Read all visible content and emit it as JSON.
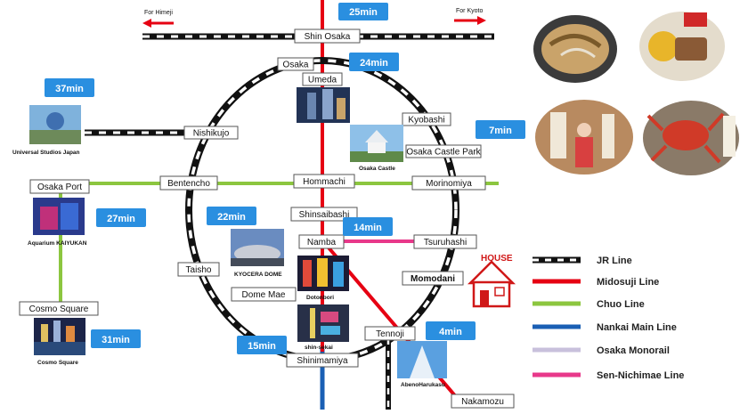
{
  "directions": {
    "himeji": "For Himeji",
    "kyoto": "For Kyoto"
  },
  "stations": {
    "shin_osaka": "Shin Osaka",
    "osaka": "Osaka",
    "umeda": "Umeda",
    "kyobashi": "Kyobashi",
    "osaka_castle_park": "Osaka Castle Park",
    "nishikujo": "Nishikujo",
    "bentencho": "Bentencho",
    "hommachi": "Hommachi",
    "morinomiya": "Morinomiya",
    "osaka_port": "Osaka Port",
    "shinsaibashi": "Shinsaibashi",
    "namba": "Namba",
    "tsuruhashi": "Tsuruhashi",
    "taisho": "Taisho",
    "dome_mae": "Dome Mae",
    "momodani": "Momodani",
    "cosmo_square": "Cosmo Square",
    "tennoji": "Tennoji",
    "shinimamiya": "Shinimamiya",
    "nakamozu": "Nakamozu"
  },
  "times": {
    "shin_osaka": "25min",
    "umeda": "24min",
    "usj": "37min",
    "castle": "7min",
    "dome": "22min",
    "aquarium": "27min",
    "namba": "14min",
    "cosmo": "31min",
    "shinimamiya": "15min",
    "tennoji": "4min"
  },
  "captions": {
    "usj": "Universal Studios Japan",
    "castle": "Osaka Castle",
    "aquarium": "Aquarium KAIYUKAN",
    "dome": "KYOCERA DOME",
    "dotonbori": "Dotonbori",
    "shinsekai": "shin-sekai",
    "cosmo": "Cosmo Square",
    "abeno": "AbenoHarukasu"
  },
  "house_label": "HOUSE",
  "legend": [
    {
      "label": "JR Line",
      "color": "#111111",
      "style": "dashed"
    },
    {
      "label": "Midosuji Line",
      "color": "#e60012",
      "style": "solid"
    },
    {
      "label": "Chuo Line",
      "color": "#8cc63f",
      "style": "solid"
    },
    {
      "label": "Nankai Main Line",
      "color": "#1a5fb4",
      "style": "solid"
    },
    {
      "label": "Osaka Monorail",
      "color": "#c8c0dc",
      "style": "solid"
    },
    {
      "label": "Sen-Nichimae Line",
      "color": "#e8388a",
      "style": "solid"
    }
  ]
}
